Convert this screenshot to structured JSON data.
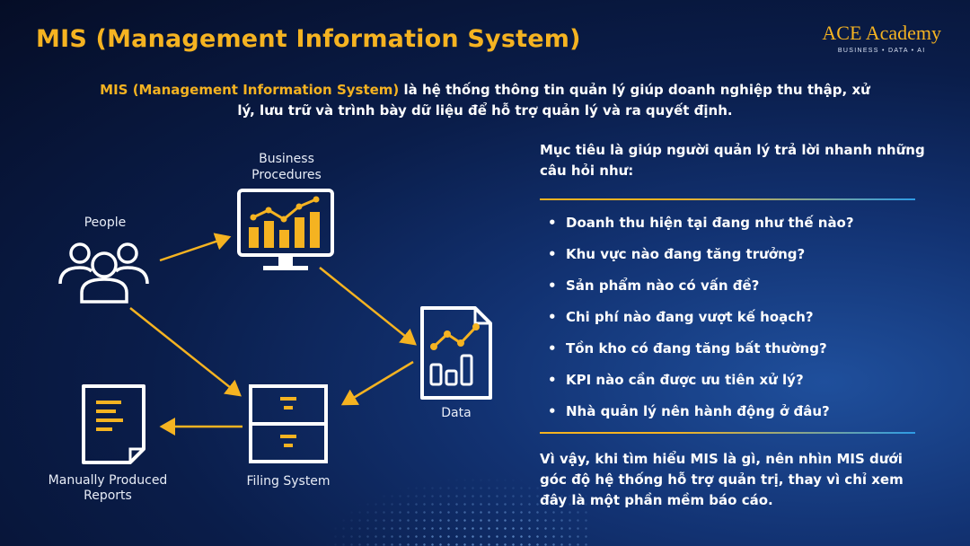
{
  "title": "MIS (Management Information System)",
  "brand": {
    "name": "ACE Academy",
    "tagline": "BUSINESS • DATA • AI"
  },
  "intro": {
    "highlight": "MIS (Management Information System)",
    "rest": " là hệ thống thông tin quản lý giúp doanh nghiệp thu thập, xử lý, lưu trữ và trình bày dữ liệu để hỗ trợ quản lý và ra quyết định."
  },
  "diagram": {
    "people": "People",
    "business_line1": "Business",
    "business_line2": "Procedures",
    "data": "Data",
    "filing": "Filing System",
    "reports_line1": "Manually Produced",
    "reports_line2": "Reports",
    "accent_color": "#f5b321"
  },
  "right": {
    "lead": "Mục tiêu là giúp người quản lý trả lời nhanh những câu hỏi như:",
    "questions": [
      "Doanh thu hiện tại đang như thế nào?",
      "Khu vực nào đang tăng trưởng?",
      "Sản phẩm nào có vấn đề?",
      "Chi phí nào đang vượt kế hoạch?",
      "Tồn kho có đang tăng bất thường?",
      "KPI nào cần được ưu tiên xử lý?",
      "Nhà quản lý nên hành động ở đâu?"
    ],
    "conclusion": "Vì vậy, khi tìm hiểu MIS là gì, nên nhìn MIS dưới góc độ hệ thống hỗ trợ quản trị, thay vì chỉ xem đây là một phần mềm báo cáo."
  }
}
